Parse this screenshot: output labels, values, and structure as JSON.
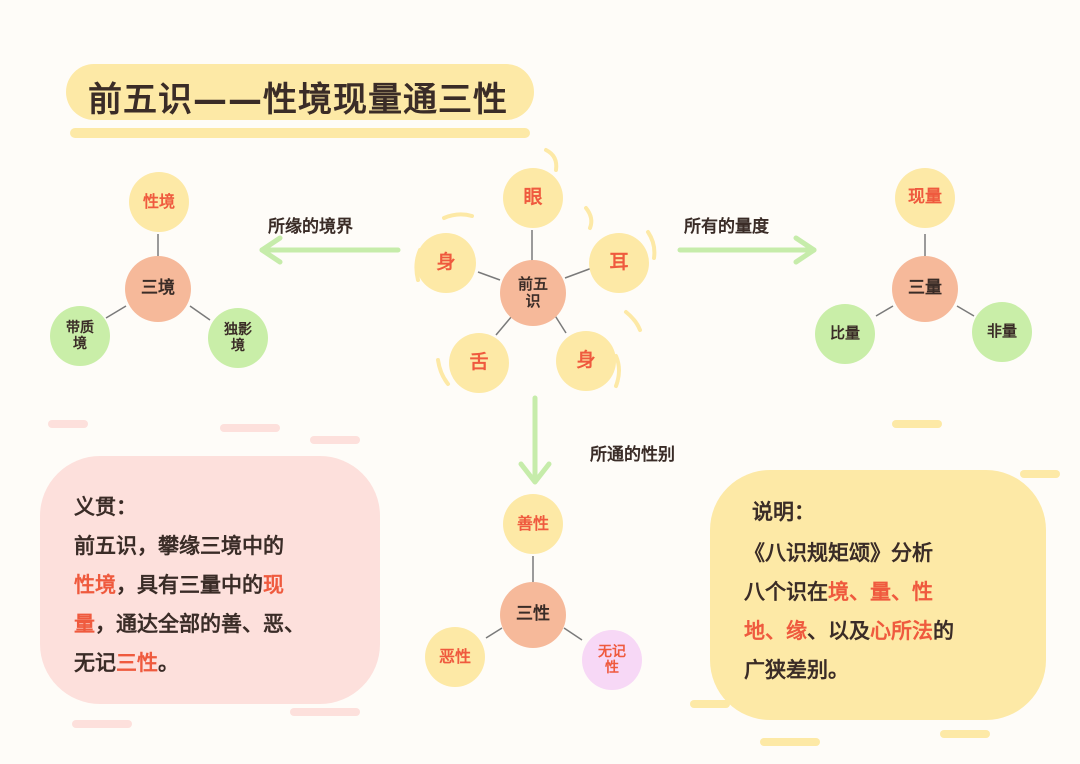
{
  "title": "前五识——性境现量通三性",
  "center": {
    "label": "前五识",
    "senses": [
      "眼",
      "耳",
      "身",
      "舌",
      "身"
    ]
  },
  "left_branch": {
    "arrow_label": "所缘的境界",
    "center": "三境",
    "nodes": [
      "性境",
      "带质境",
      "独影境"
    ]
  },
  "right_branch": {
    "arrow_label": "所有的量度",
    "center": "三量",
    "nodes": [
      "现量",
      "比量",
      "非量"
    ]
  },
  "bottom_branch": {
    "arrow_label": "所通的性别",
    "center": "三性",
    "nodes": [
      "善性",
      "恶性",
      "无记性"
    ]
  },
  "meaning_box": {
    "heading": "义贯：",
    "lines": [
      [
        {
          "t": "前五识，攀缘三境中的",
          "h": false
        }
      ],
      [
        {
          "t": "性境",
          "h": true
        },
        {
          "t": "，具有三量中的",
          "h": false
        },
        {
          "t": "现",
          "h": true
        }
      ],
      [
        {
          "t": "量",
          "h": true
        },
        {
          "t": "，通达全部的善、恶、",
          "h": false
        }
      ],
      [
        {
          "t": "无记",
          "h": false
        },
        {
          "t": "三性",
          "h": true
        },
        {
          "t": "。",
          "h": false
        }
      ]
    ]
  },
  "note_box": {
    "heading": "说明：",
    "lines": [
      [
        {
          "t": "《八识规矩颂》分析",
          "h": false
        }
      ],
      [
        {
          "t": "八个识在",
          "h": false
        },
        {
          "t": "境、量、性",
          "h": true
        }
      ],
      [
        {
          "t": "地、缘",
          "h": true
        },
        {
          "t": "、以及",
          "h": false
        },
        {
          "t": "心所法",
          "h": true
        },
        {
          "t": "的",
          "h": false
        }
      ],
      [
        {
          "t": "广狭差别。",
          "h": false
        }
      ]
    ]
  },
  "colors": {
    "yellow_node": "#fde9a6",
    "center_node": "#f6b99a",
    "green_node": "#c9eea8",
    "pink_node": "#f7d8f6",
    "highlight": "#ef5a3e",
    "arrow": "#c6ecaa"
  }
}
